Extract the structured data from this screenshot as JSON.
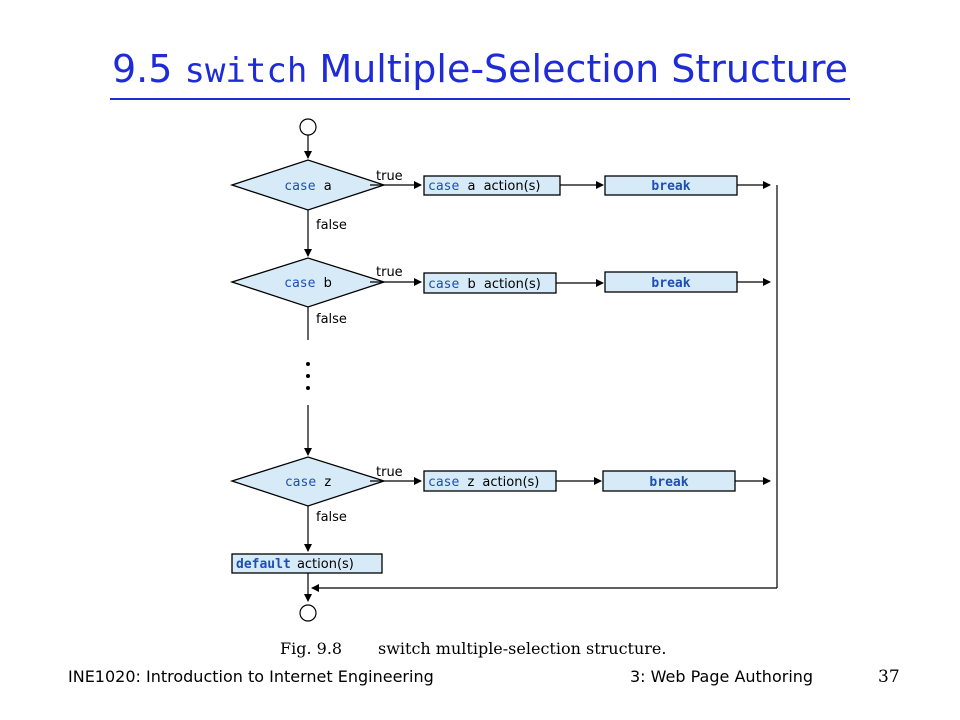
{
  "title": {
    "number": "9.5",
    "keyword": "switch",
    "text": "Multiple-Selection Structure"
  },
  "flow": {
    "true_label": "true",
    "false_label": "false",
    "case_keyword": "case",
    "break_label": "break",
    "default_keyword": "default",
    "action_suffix": "action(s)",
    "cases": [
      {
        "name": "a"
      },
      {
        "name": "b"
      },
      {
        "name": "z"
      }
    ]
  },
  "caption": {
    "fig": "Fig. 9.8",
    "text": "switch multiple-selection structure."
  },
  "footer": {
    "course": "INE1020: Introduction to Internet Engineering",
    "section": "3: Web Page Authoring",
    "page": "37"
  },
  "colors": {
    "title": "#1f2bd6",
    "shape_fill": "#d6ebf7",
    "keyword": "#1f4fb0",
    "line": "#000000"
  }
}
